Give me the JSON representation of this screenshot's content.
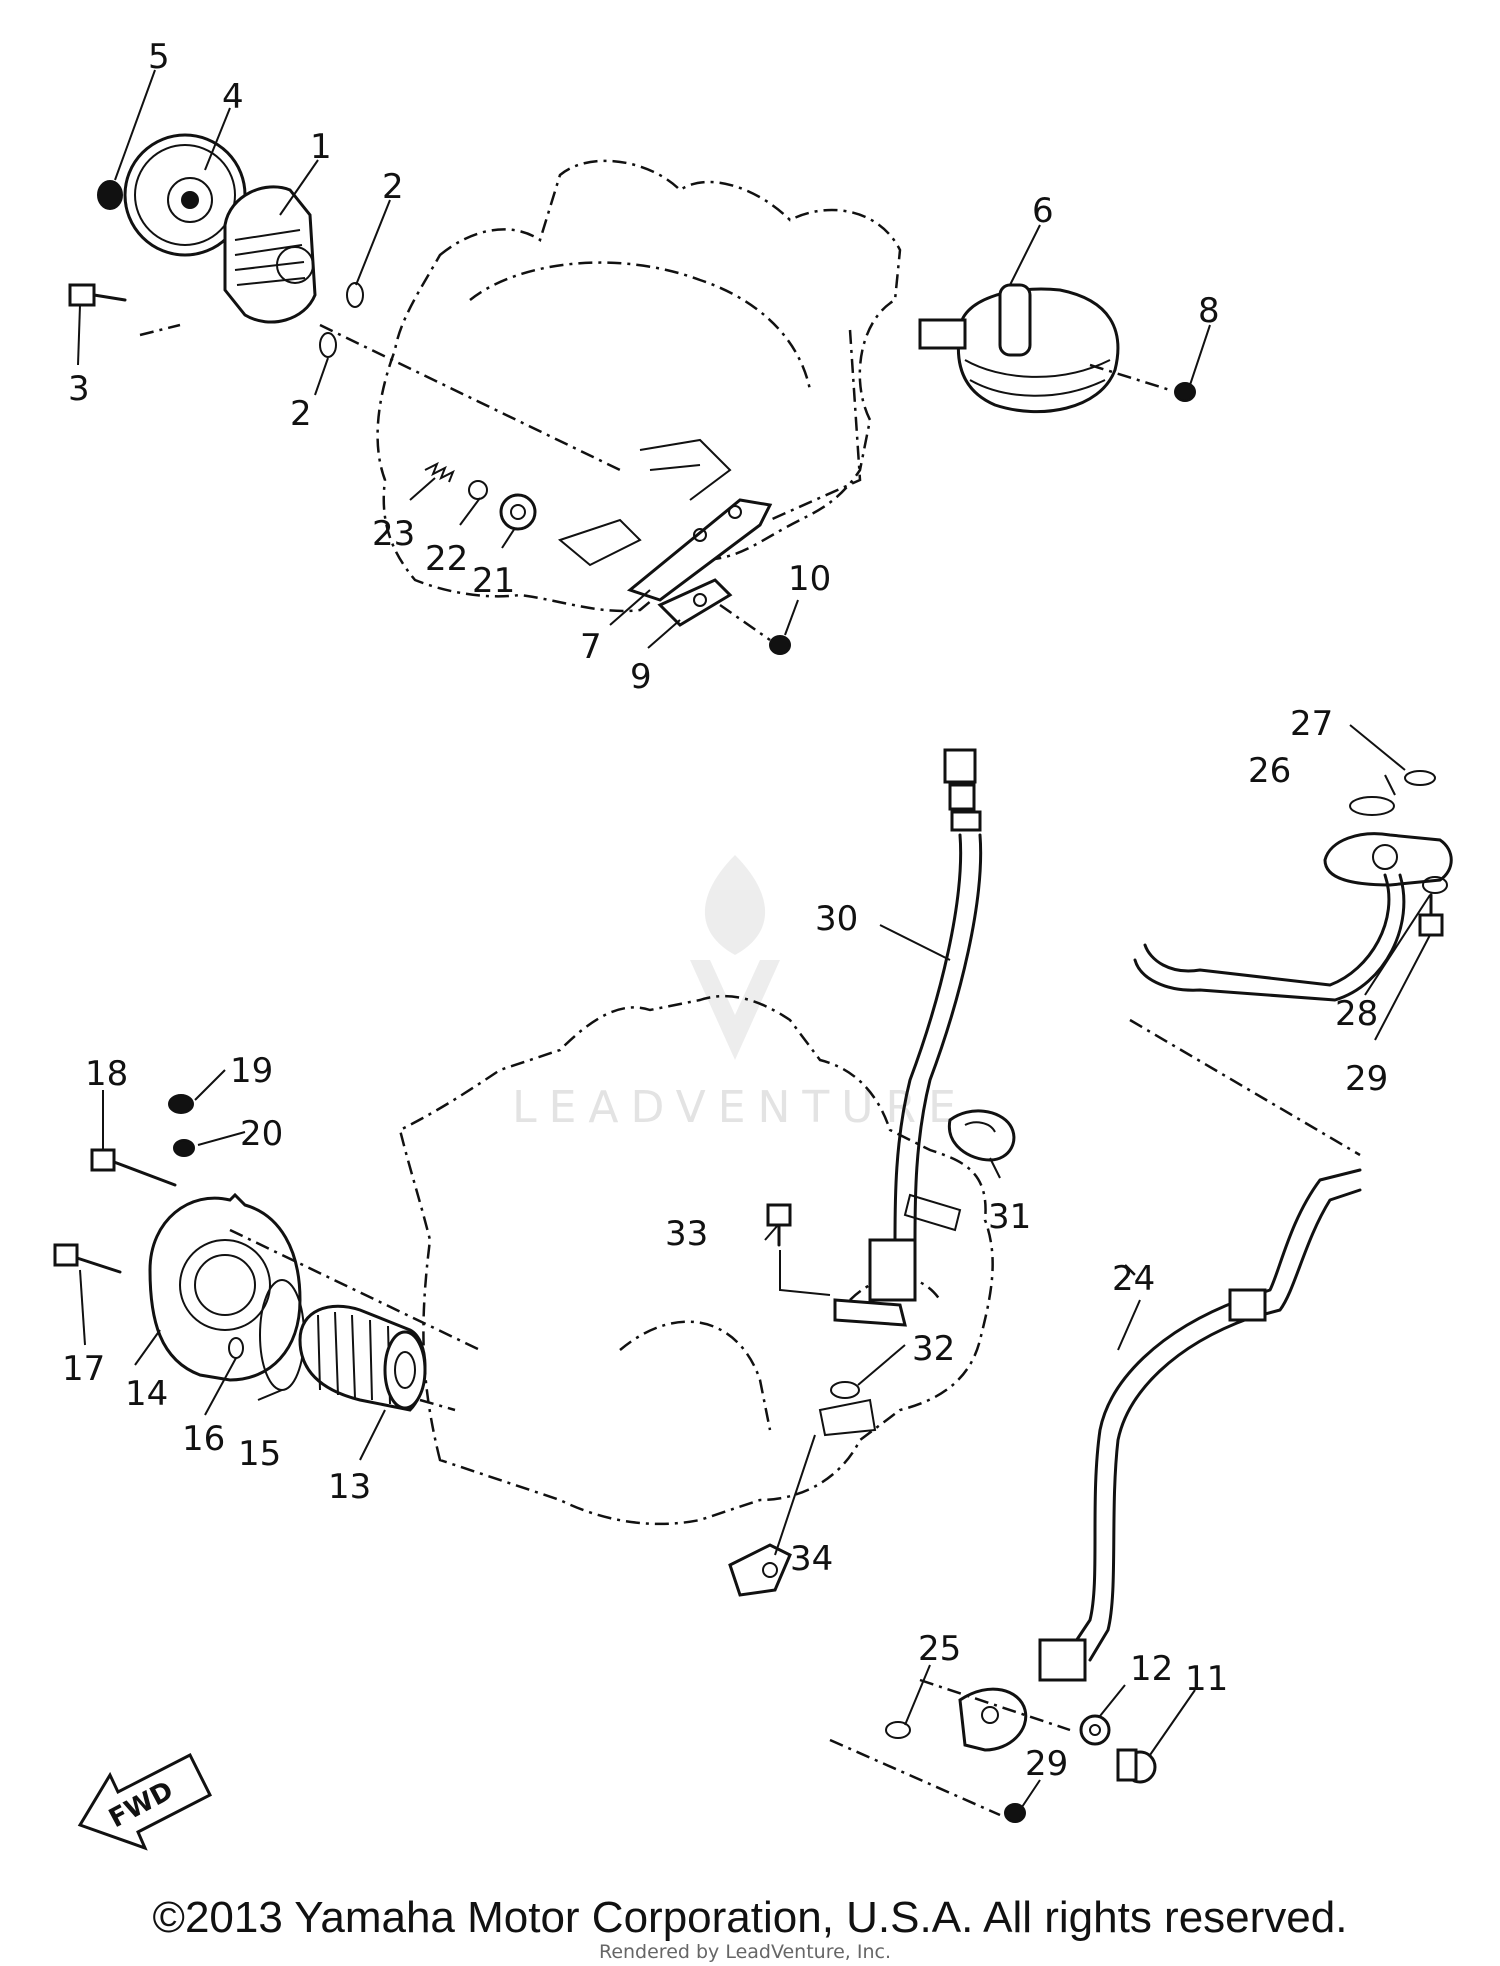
{
  "copyright": "©2013 Yamaha Motor Corporation, U.S.A. All rights reserved.",
  "rendered_by": "Rendered by LeadVenture, Inc.",
  "watermark": "LEADVENTURE",
  "fwd_label": "FWD",
  "callouts": {
    "c1": "1",
    "c2a": "2",
    "c2b": "2",
    "c3": "3",
    "c4": "4",
    "c5": "5",
    "c6": "6",
    "c7": "7",
    "c8": "8",
    "c9": "9",
    "c10": "10",
    "c11": "11",
    "c12": "12",
    "c13": "13",
    "c14": "14",
    "c15": "15",
    "c16": "16",
    "c17": "17",
    "c18": "18",
    "c19": "19",
    "c20": "20",
    "c21": "21",
    "c22": "22",
    "c23": "23",
    "c24": "24",
    "c25": "25",
    "c26": "26",
    "c27": "27",
    "c28": "28",
    "c29a": "29",
    "c29b": "29",
    "c30": "30",
    "c31": "31",
    "c32": "32",
    "c33": "33",
    "c34": "34"
  }
}
